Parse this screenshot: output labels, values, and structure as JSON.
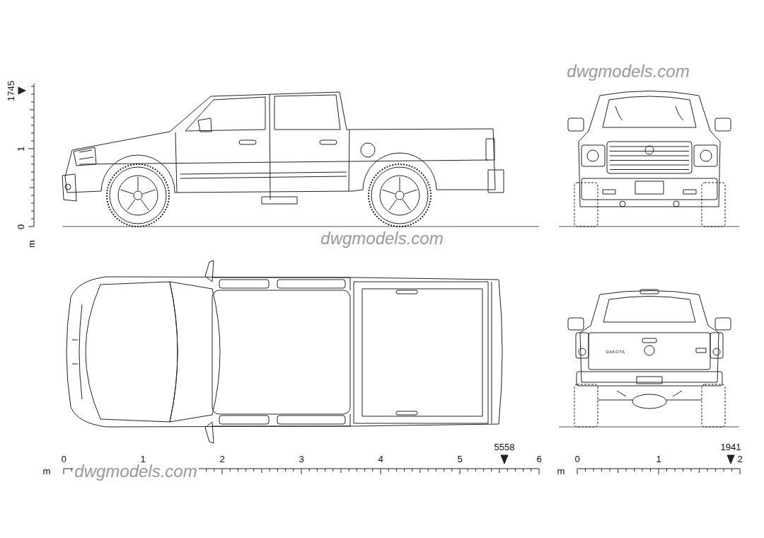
{
  "diagram": {
    "labels": [
      "1745",
      "1",
      "0",
      "m",
      "dwgmodels.com",
      "dwgmodels.com",
      "DAKOTA",
      "m",
      "dwgmodels.com",
      "0",
      "1",
      "2",
      "3",
      "4",
      "5",
      "5558",
      "6",
      "m",
      "0",
      "1",
      "1941",
      "2"
    ]
  }
}
